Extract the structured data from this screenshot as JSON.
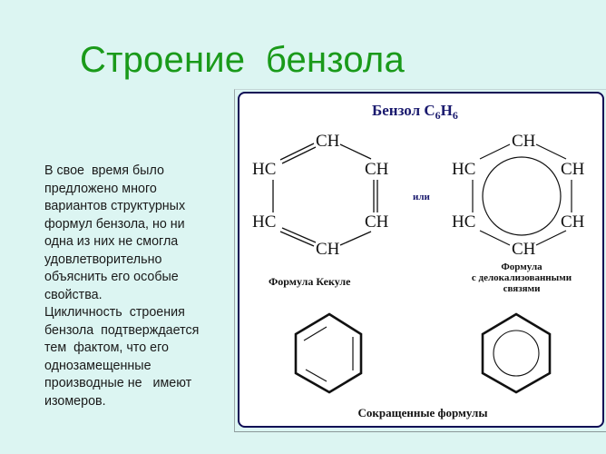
{
  "slide": {
    "title": "Строение  бензола",
    "body_lines": [
      "В свое  время было",
      "предложено много",
      "вариантов структурных",
      "формул бензола, но ни",
      "одна из них не смогла",
      "удовлетворительно",
      "объяснить его особые",
      "свойства.",
      "Цикличность  строения",
      "бензола  подтверждается",
      "тем  фактом, что его",
      "однозамещенные",
      "производные не   имеют",
      "изомеров."
    ]
  },
  "figure": {
    "heading": "Бензол C",
    "heading_sub1": "6",
    "heading_mid": "H",
    "heading_sub2": "6",
    "or_label": "или",
    "kekule": {
      "atoms": [
        "CH",
        "HC",
        "CH",
        "HC",
        "CH",
        "CH"
      ],
      "caption": "Формула Кекуле"
    },
    "delocalized": {
      "atoms": [
        "CH",
        "HC",
        "CH",
        "HC",
        "CH",
        "CH"
      ],
      "caption_line1": "Формула",
      "caption_line2": "с делокализованными",
      "caption_line3": "связями"
    },
    "short_caption": "Сокращенные формулы"
  },
  "colors": {
    "background": "#dcf5f2",
    "title": "#1a9a1a",
    "frame_border": "#0e0b55",
    "heading": "#1a1a6e"
  }
}
